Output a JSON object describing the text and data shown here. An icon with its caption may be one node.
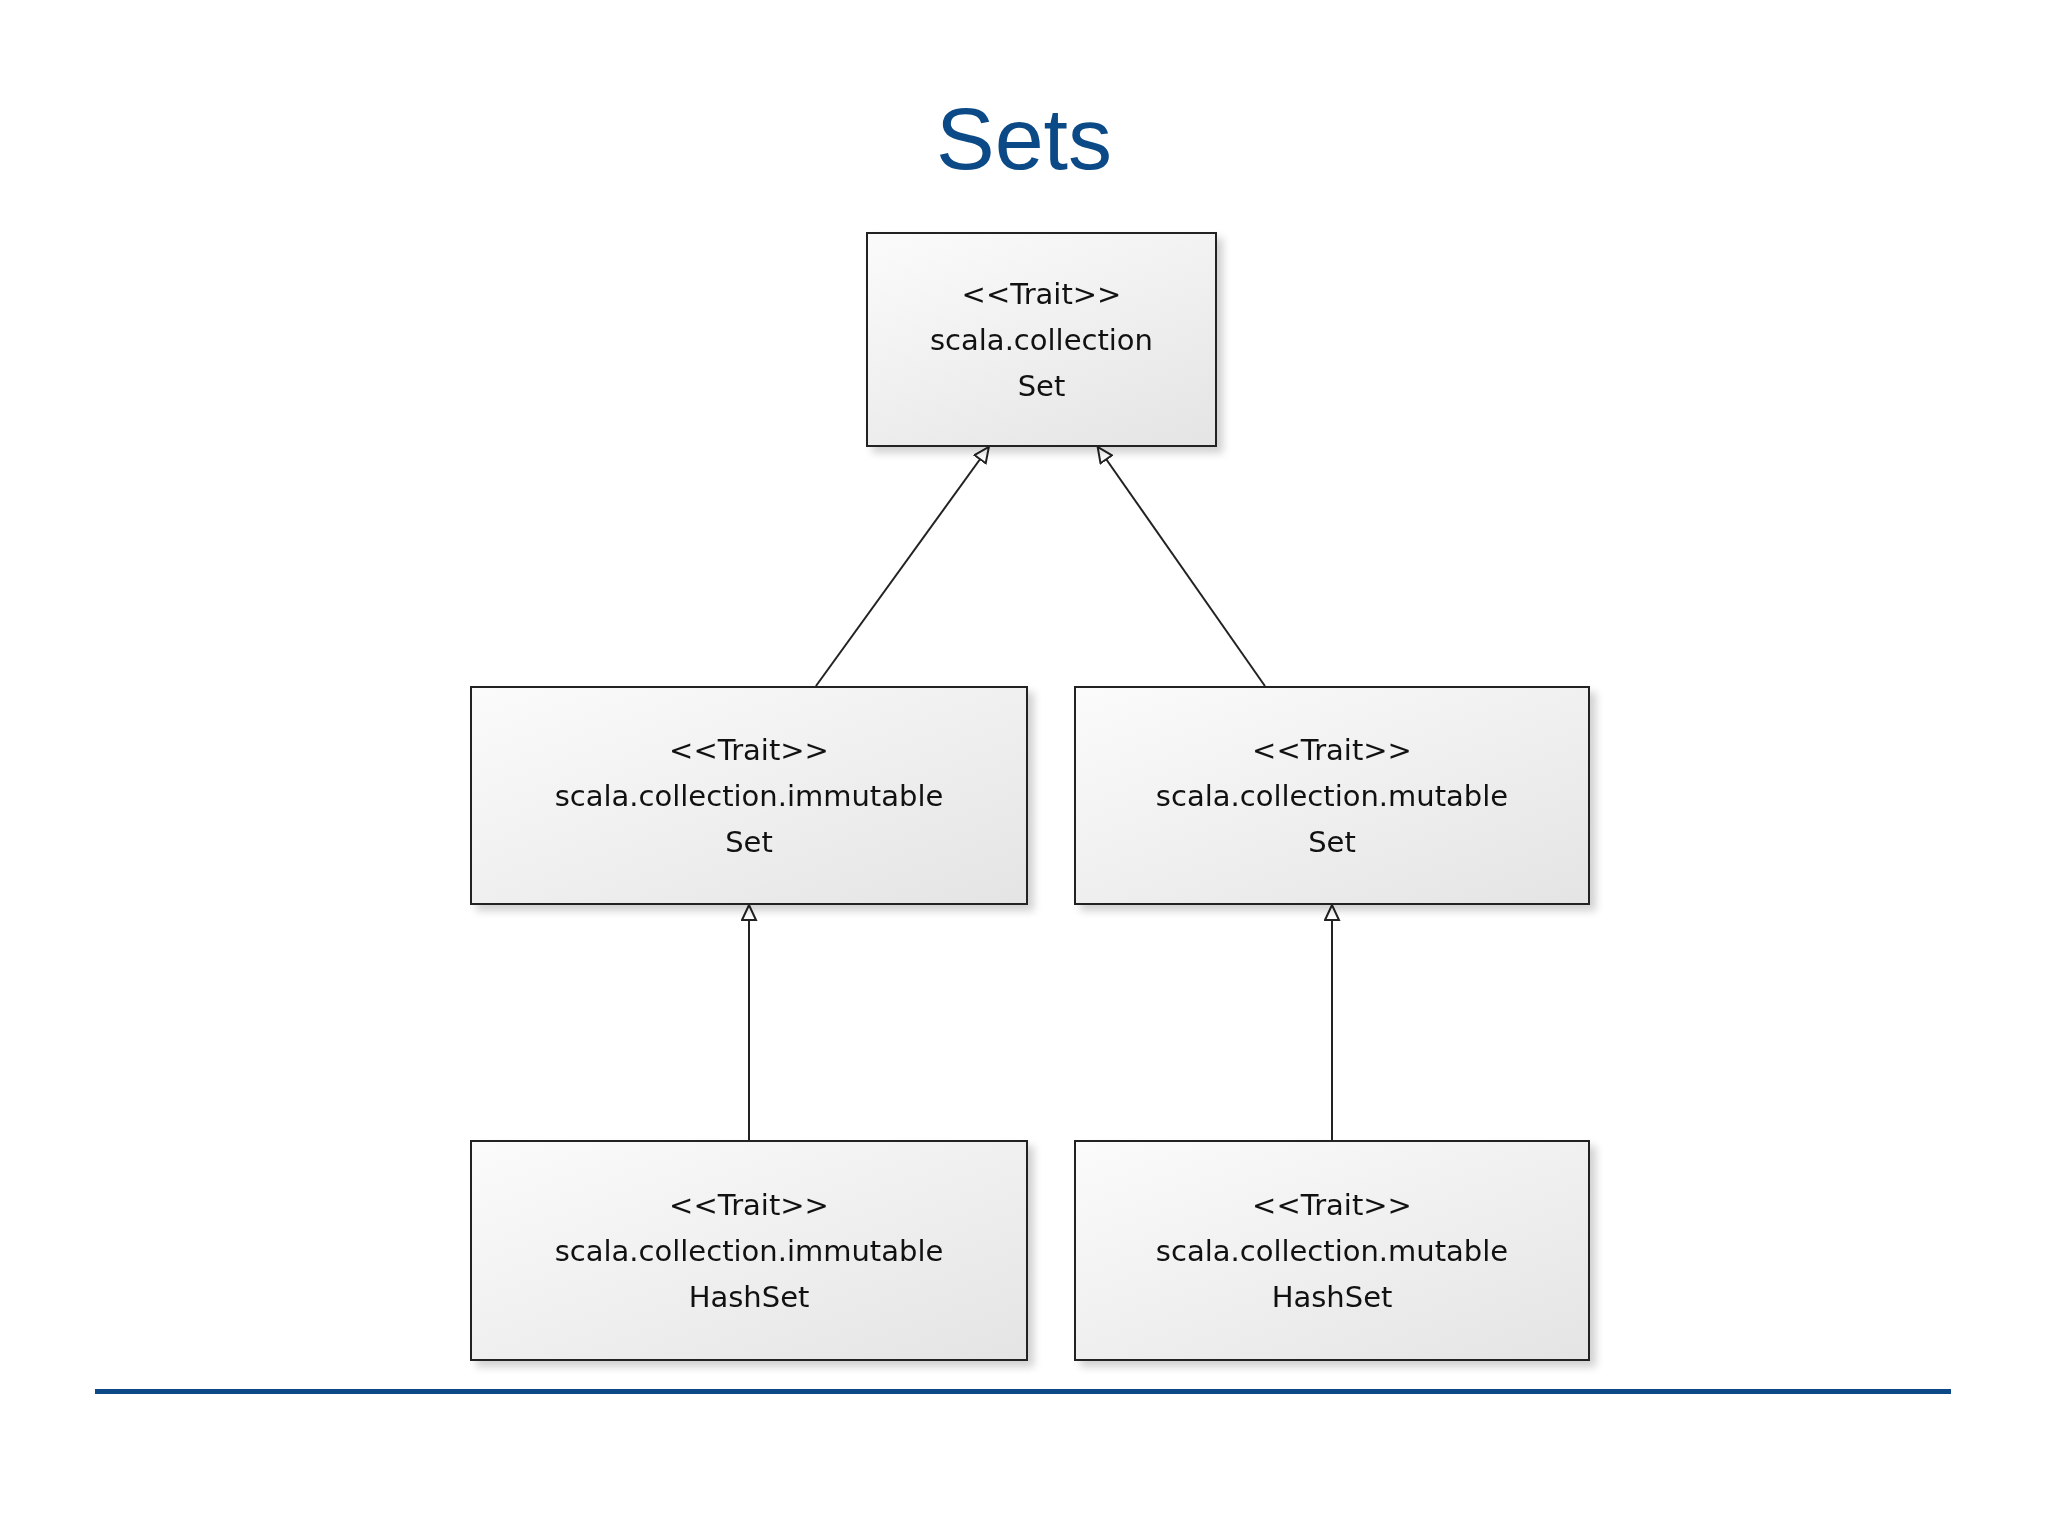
{
  "diagram": {
    "title": "Sets",
    "nodes": [
      {
        "text": [
          "<<Trait>>",
          "scala.collection",
          "Set"
        ]
      },
      {
        "text": [
          "<<Trait>>",
          "scala.collection.immutable",
          "Set"
        ]
      },
      {
        "text": [
          "<<Trait>>",
          "scala.collection.mutable",
          "Set"
        ]
      },
      {
        "text": [
          "<<Trait>>",
          "scala.collection.immutable",
          "HashSet"
        ]
      },
      {
        "text": [
          "<<Trait>>",
          "scala.collection.mutable",
          "HashSet"
        ]
      }
    ],
    "edges": [
      {
        "from": 1,
        "to": 0,
        "arrow": "to"
      },
      {
        "from": 2,
        "to": 0,
        "arrow": "to"
      },
      {
        "from": 3,
        "to": 1,
        "arrow": "to"
      },
      {
        "from": 4,
        "to": 2,
        "arrow": "to"
      }
    ]
  }
}
